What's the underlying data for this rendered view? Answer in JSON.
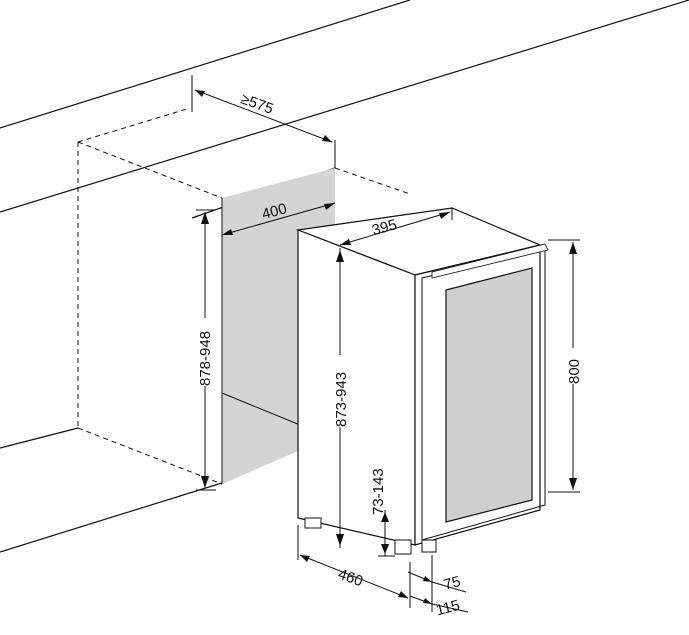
{
  "dimensions": {
    "cabinet_depth_min": "≥575",
    "niche_width": "400",
    "unit_width": "395",
    "niche_height": "878-948",
    "unit_height_adjustable": "873-943",
    "unit_body_height": "800",
    "feet_height": "73-143",
    "unit_depth": "460",
    "door_depth": "75",
    "handle_depth": "115"
  },
  "colors": {
    "line": "#111111",
    "niche_fill": "#d4d4d4",
    "glass_fill": "#cfcfcf"
  }
}
